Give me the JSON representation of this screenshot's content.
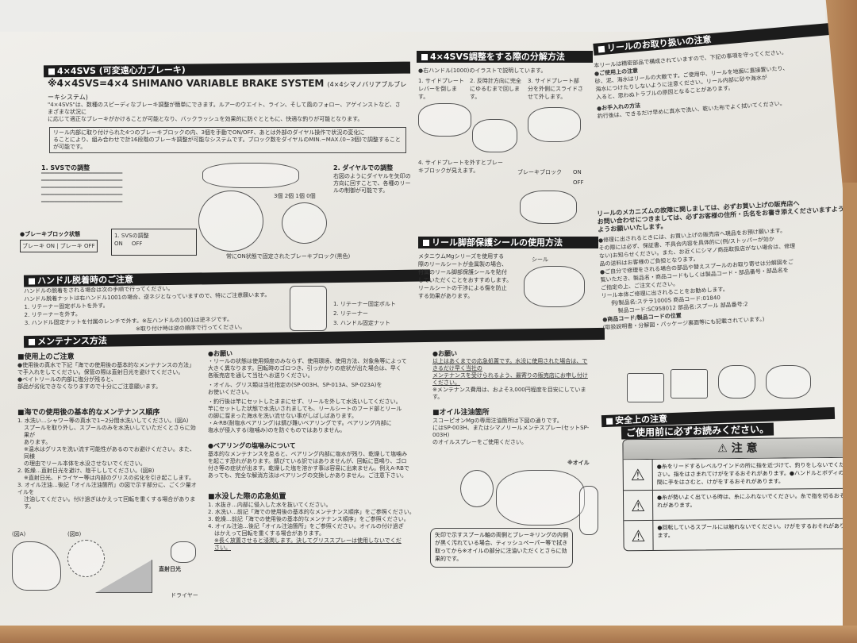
{
  "document": {
    "brake_section": {
      "heading": "4×4SVS (可変遠心力ブレーキ)",
      "title_main": "※4×4SVS=4×4 SHIMANO VARIABLE BRAKE SYSTEM",
      "title_sub": "(4×4シマノバリアブルブレーキシステム)",
      "intro_lines": [
        "\"4×4SVS\"は、数種のスピーディなブレーキ調整が簡単にできます。ルアーのウエイト、ライン、そして風のフォロー、アゲインストなど、さまざまな状況に",
        "に応じて適正なブレーキがかけることが可能となり、バックラッシュを効果的に防ぐとともに、快適な釣りが可能となります。",
        "リール内部に取り付けられた4つのブレーキブロックの内、3個を手動でON/OFF、あとは外部のダイヤル操作で状況の変化に",
        "ることにより、組み合わせで計16段階のブレーキ調整が可能なシステムです。ブロック数をダイヤルのMIN.~MAX.(0~3個)で調整することが可能です。"
      ],
      "step1_title": "1. SVSでの調整",
      "step2_title": "2. ダイヤルでの調整",
      "step2_lines": [
        "右図のようにダイヤルを矢印の",
        "方向に回すことで、各種のリー",
        "ルの制御が可能です。"
      ],
      "legend_title": "●ブレーキブロック状態",
      "legend_items": [
        "ブレーキ ON",
        "ブレーキ OFF"
      ],
      "svs_label": "1. SVSの調整",
      "on_label": "ON",
      "off_label": "OFF",
      "dial_labels": [
        "3個",
        "2個",
        "1個",
        "0個"
      ],
      "callout": "常にON状態で固定されたブレーキブロック(黒色)"
    },
    "disassembly_section": {
      "heading": "4×4SVS調整をする際の分解方法",
      "note": "●右ハンドル(1000)のイラストで説明しています。",
      "steps": [
        "1. サイドプレートレバーを倒します。",
        "2. 反時計方向に完全にゆるむまで回します。",
        "3. サイドプレート部分を外側にスライドさせて外します。"
      ],
      "step4": "4. サイドプレートを外すとブレーキブロックが見えます。",
      "block_label": "ブレーキブロック",
      "on_label": "ON",
      "off_label": "OFF"
    },
    "handling_section": {
      "heading": "リールのお取り扱いの注意",
      "lines": [
        "本リールは精密部品で構成されていますので、下記の事項を守ってください。",
        "●ご使用上の注意",
        "砂、泥、海水はリールの大敵です。ご使用中、リールを地面に直接置いたり、",
        "海水につけたりしないように注意ください。リール内部に砂や海水が",
        "入ると、思わぬトラブルの原因となることがあります。",
        "●お手入れの方法",
        "釣行後は、できるだけ早めに真水で洗い、乾いた布でよく拭いてください。",
        "リールのメカニズムの故障に関しましては、必ずお買い上げの販売店へ",
        "お問い合わせにつきましては、必ずお客様の住所・氏名をお書き添えくださいますよう",
        "ようお願いいたします。",
        "●修理に出されるときには、お買い上げの販売店へ現品をお預け願います。",
        "その際には必ず、保証書、不具合内容を具体的に(例/ストッパーが効か",
        "ない)お知らせください。また、お近くにシマノ商品取扱店がない場合は、修理",
        "品の送料はお客様のご負担となります。",
        "●ご自分で修理をされる場合の部品や替えスプールのお取り寄せは分解図をご",
        "覧いただき、製品名・商品コードもしくは製品コード・部品番号・部品名を",
        "ご指定の上、ご注文ください。",
        "リール本体ご修理に出されることをお勧めします。",
        "例/製品名:ステラ1000S  商品コード:01840",
        "製品コード:SC958012  部品名:スプール  部品番号:2",
        "●商品コード/製品コードの位置",
        "(取扱説明書・分解図・パッケージ裏面等にも記載されています。)"
      ]
    },
    "handle_section": {
      "heading": "ハンドル脱着時のご注意",
      "lines": [
        "ハンドルの脱着をされる場合は次の手順で行ってください。",
        "ハンドル脱着ナットは右ハンドル1001の場合、逆ネジとなっていますので、特にご注意願います。",
        "1. リテーナー固定ボルトを外す。",
        "2. リテーナーを外す。",
        "3. ハンドル固定ナットを付属のレンチで外す。※左ハンドルの1001は逆ネジです。",
        "※取り付け時は逆の順序で行ってください。"
      ],
      "labels": [
        "1. リテーナー固定ボルト",
        "2. リテーナー",
        "3. ハンドル固定ナット"
      ]
    },
    "seal_section": {
      "heading": "リール脚部保護シールの使用方法",
      "lines": [
        "メタニウムMgシリーズを使用する",
        "際のリールシートが金属製の場合、",
        "付属のリール脚部保護シールを貼付",
        "していただくことをおすすめします。",
        "リールシートの干渉による傷を防止",
        "する効果があります。"
      ],
      "seal_label": "シール"
    },
    "maintenance_section": {
      "heading": "メンテナンス方法",
      "use_heading": "■使用上のご注意",
      "use_lines": [
        "●使用後の真水で下記「海での使用後の基本的なメンテナンスの方法」",
        "で手入れをしてください。保管の際は直射日光を避けてください。",
        "●ベイトリールの内部に塩分が残ると、",
        "部品が劣化できなくなりますので十分にご注意願います。"
      ],
      "sea_heading": "■海での使用後の基本的なメンテナンス順序",
      "sea_steps": [
        "1. 水洗い…シャワー等の真水で1~2分間水洗いしてください。(図A)",
        "スプールを取り外し、スプールのみを水洗いしていただくとさらに効果が",
        "あります。",
        "※温水はグリスを洗い流す可能性があるのでお避けください。また、同様",
        "の理由でリール本体を水没させないでください。",
        "2. 乾燥…直射日光を避け、陰干ししてください。(図B)",
        "※直射日光、ドライヤー等は内部のグリスの劣化を引き起こします。",
        "3. オイル注油…後記「オイル注油箇所」の図で示す部分に、ごく少量オイルを",
        "注油してください。付け過ぎはかえって回転を重くする場合があります。"
      ],
      "fig_labels": [
        "(図A)",
        "(図B)",
        "直射日光",
        "ドライヤー"
      ],
      "request_heading": "●お願い",
      "request_lines": [
        "・リールの状態は使用頻度のみならず、使用環境、使用方法、対象魚等によって",
        "大きく異なります。回転時のゴロつき、引っかかりの症状が出た場合は、早く",
        "各販売店を通して当社へお送りください。",
        "・オイル、グリス類は当社指定の(SP-003H、SP-013A、SP-023A)を",
        "お使いください。",
        "・釣行後は竿にセットしたままにせず、リールを外して水洗いしてください。",
        "竿にセットした状態で水洗いされましても、リールシートのフード部とリール",
        "の脚に溜まった海水を洗い流せない事がしばしばあります。",
        "・A-RB(耐塩水ベアリング)は錆び難いベアリングです。ベアリング内部に",
        "塩水が侵入する(塩噛み)のを防ぐものではありません。"
      ],
      "bearing_heading": "●ベアリングの塩噛みについて",
      "bearing_lines": [
        "基本的なメンテナンスを怠ると、ベアリング内部に塩水が残り、乾燥して塩噛み",
        "を起こす恐れがあります。錆びている訳ではありませんが、回転に音鳴り、ゴロ",
        "付き等の症状が出ます。乾燥した塩を溶かす事は容易に出来ません。例えA-RBで",
        "あっても、完全な解消方法はベアリングの交換しかありません。ご注意下さい。"
      ],
      "flood_heading": "■水没した際の応急処置",
      "flood_steps": [
        "1. 水抜き…内部に侵入した水を抜いてください。",
        "2. 水洗い…前記「海での使用後の基本的なメンテナンス順序」をご参照ください。",
        "3. 乾燥…前記「海での使用後の基本的なメンテナンス順序」をご参照ください。",
        "4. オイル注油…後記「オイル注油箇所」をご参照ください。オイルの付け過ぎ",
        "はかえって回転を重くする場合があります。",
        "※長く放置させると浸潤します。決してグリススプレーは使用しないでくだ",
        "さい。"
      ],
      "oil_request_heading": "●お願い",
      "oil_request_lines": [
        "以上はあくまでの応急処置です。水没に使用された場合は、できるだけ早く当社の",
        "メンテナンスを受けられるよう、最寄りの販売店にお申し付けください。",
        "※メンテナンス費用は、およそ3,000円程度を目安にしています。"
      ],
      "oil_heading": "■オイル注油箇所",
      "oil_lines": [
        "スコーピオンMgの専用注油箇所は下図の通りです。",
        "にはSP-003H、またはシマノリールメンテスプレー(セットSP-003H)",
        "のオイルスプレーをご使用ください。"
      ],
      "oil_label": "※オイル",
      "oil_note": "矢印で示すスプール軸の両側とブレーキリングの内側が黒く汚れている場合、ティッシュペーパー等で拭き取ってから※オイルの部分に注油いただくとさらに効果的です。"
    },
    "safety_section": {
      "heading": "安全上の注意",
      "read_first": "ご使用前に必ずお読みください。",
      "caution_title": "⚠ 注 意",
      "warnings": [
        "●糸をリードするレベルワインドの所に指を近づけて、釣りをしないでください。指をはさまれてけがをするおそれがあります。●ハンドルとボディの間に手をはさむと、けがをするおそれがあります。",
        "●糸が勢いよく出ている時は、糸にふれないでください。糸で指を切るおそれがあります。",
        "●回転しているスプールには触れないでください。けがをするおそれがあります。"
      ],
      "warning_icons": [
        "hand-pinch-warning-icon",
        "exclamation-warning-icon",
        "spool-warning-icon"
      ]
    },
    "colors": {
      "bar": "#1c1c1c",
      "paper": "#ecebe6",
      "wood": "#b98a5c"
    }
  }
}
